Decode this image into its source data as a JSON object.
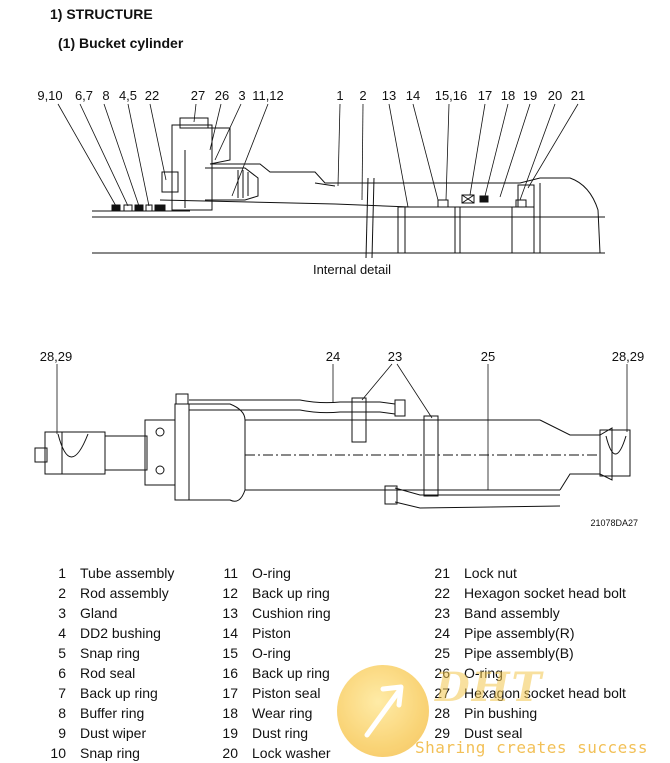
{
  "heading": "1) STRUCTURE",
  "subheading": "(1) Bucket cylinder",
  "internal_callouts": [
    "9,10",
    "6,7",
    "8",
    "4,5",
    "22",
    "27",
    "26",
    "3",
    "11,12",
    "1",
    "2",
    "13",
    "14",
    "15,16",
    "17",
    "18",
    "19",
    "20",
    "21"
  ],
  "internal_caption": "Internal detail",
  "external_callouts": [
    "28,29",
    "24",
    "23",
    "25",
    "28,29"
  ],
  "drawing_code": "21078DA27",
  "parts": [
    {
      "no": "1",
      "name": "Tube assembly"
    },
    {
      "no": "2",
      "name": "Rod assembly"
    },
    {
      "no": "3",
      "name": "Gland"
    },
    {
      "no": "4",
      "name": "DD2 bushing"
    },
    {
      "no": "5",
      "name": "Snap ring"
    },
    {
      "no": "6",
      "name": "Rod seal"
    },
    {
      "no": "7",
      "name": "Back up ring"
    },
    {
      "no": "8",
      "name": "Buffer ring"
    },
    {
      "no": "9",
      "name": "Dust wiper"
    },
    {
      "no": "10",
      "name": "Snap ring"
    },
    {
      "no": "11",
      "name": "O-ring"
    },
    {
      "no": "12",
      "name": "Back up ring"
    },
    {
      "no": "13",
      "name": "Cushion ring"
    },
    {
      "no": "14",
      "name": "Piston"
    },
    {
      "no": "15",
      "name": "O-ring"
    },
    {
      "no": "16",
      "name": "Back up ring"
    },
    {
      "no": "17",
      "name": "Piston seal"
    },
    {
      "no": "18",
      "name": "Wear ring"
    },
    {
      "no": "19",
      "name": "Dust ring"
    },
    {
      "no": "20",
      "name": "Lock washer"
    },
    {
      "no": "21",
      "name": "Lock nut"
    },
    {
      "no": "22",
      "name": "Hexagon socket head bolt"
    },
    {
      "no": "23",
      "name": "Band assembly"
    },
    {
      "no": "24",
      "name": "Pipe assembly(R)"
    },
    {
      "no": "25",
      "name": "Pipe assembly(B)"
    },
    {
      "no": "26",
      "name": "O-ring"
    },
    {
      "no": "27",
      "name": "Hexagon socket head bolt"
    },
    {
      "no": "28",
      "name": "Pin bushing"
    },
    {
      "no": "29",
      "name": "Dust seal"
    },
    {
      "no": "",
      "name": ""
    }
  ],
  "watermark": {
    "logo": "DHT",
    "slogan": "Sharing creates success"
  }
}
